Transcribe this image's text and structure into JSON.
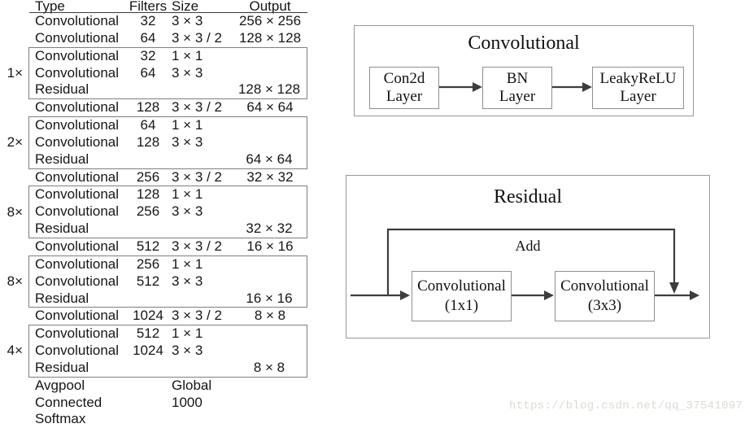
{
  "table": {
    "headers": {
      "type": "Type",
      "filters": "Filters",
      "size": "Size",
      "output": "Output"
    },
    "blocks": [
      {
        "kind": "row",
        "cells": {
          "type": "Convolutional",
          "filters": "32",
          "size": "3 × 3",
          "output": "256 × 256"
        }
      },
      {
        "kind": "row",
        "cells": {
          "type": "Convolutional",
          "filters": "64",
          "size": "3 × 3 / 2",
          "output": "128 × 128"
        }
      },
      {
        "kind": "group",
        "label": "1×",
        "rows": [
          {
            "type": "Convolutional",
            "filters": "32",
            "size": "1 × 1",
            "output": ""
          },
          {
            "type": "Convolutional",
            "filters": "64",
            "size": "3 × 3",
            "output": ""
          },
          {
            "type": "Residual",
            "filters": "",
            "size": "",
            "output": "128 × 128"
          }
        ]
      },
      {
        "kind": "row",
        "cells": {
          "type": "Convolutional",
          "filters": "128",
          "size": "3 × 3 / 2",
          "output": "64 × 64"
        }
      },
      {
        "kind": "group",
        "label": "2×",
        "rows": [
          {
            "type": "Convolutional",
            "filters": "64",
            "size": "1 × 1",
            "output": ""
          },
          {
            "type": "Convolutional",
            "filters": "128",
            "size": "3 × 3",
            "output": ""
          },
          {
            "type": "Residual",
            "filters": "",
            "size": "",
            "output": "64 × 64"
          }
        ]
      },
      {
        "kind": "row",
        "cells": {
          "type": "Convolutional",
          "filters": "256",
          "size": "3 × 3 / 2",
          "output": "32 × 32"
        }
      },
      {
        "kind": "group",
        "label": "8×",
        "rows": [
          {
            "type": "Convolutional",
            "filters": "128",
            "size": "1 × 1",
            "output": ""
          },
          {
            "type": "Convolutional",
            "filters": "256",
            "size": "3 × 3",
            "output": ""
          },
          {
            "type": "Residual",
            "filters": "",
            "size": "",
            "output": "32 × 32"
          }
        ]
      },
      {
        "kind": "row",
        "cells": {
          "type": "Convolutional",
          "filters": "512",
          "size": "3 × 3 / 2",
          "output": "16 × 16"
        }
      },
      {
        "kind": "group",
        "label": "8×",
        "rows": [
          {
            "type": "Convolutional",
            "filters": "256",
            "size": "1 × 1",
            "output": ""
          },
          {
            "type": "Convolutional",
            "filters": "512",
            "size": "3 × 3",
            "output": ""
          },
          {
            "type": "Residual",
            "filters": "",
            "size": "",
            "output": "16 × 16"
          }
        ]
      },
      {
        "kind": "row",
        "cells": {
          "type": "Convolutional",
          "filters": "1024",
          "size": "3 × 3 / 2",
          "output": "8 × 8"
        }
      },
      {
        "kind": "group",
        "label": "4×",
        "rows": [
          {
            "type": "Convolutional",
            "filters": "512",
            "size": "1 × 1",
            "output": ""
          },
          {
            "type": "Convolutional",
            "filters": "1024",
            "size": "3 × 3",
            "output": ""
          },
          {
            "type": "Residual",
            "filters": "",
            "size": "",
            "output": "8 × 8"
          }
        ]
      },
      {
        "kind": "row",
        "cells": {
          "type": "Avgpool",
          "filters": "",
          "size": "Global",
          "output": ""
        }
      },
      {
        "kind": "row",
        "cells": {
          "type": "Connected",
          "filters": "",
          "size": "1000",
          "output": ""
        }
      },
      {
        "kind": "row",
        "cells": {
          "type": "Softmax",
          "filters": "",
          "size": "",
          "output": ""
        }
      }
    ]
  },
  "conv_diagram": {
    "title": "Convolutional",
    "boxes": [
      {
        "lines": [
          "Con2d",
          "Layer"
        ]
      },
      {
        "lines": [
          "BN",
          "Layer"
        ]
      },
      {
        "lines": [
          "LeakyReLU",
          "Layer"
        ]
      }
    ]
  },
  "residual_diagram": {
    "title": "Residual",
    "add_label": "Add",
    "boxes": [
      {
        "lines": [
          "Convolutional",
          "(1x1)"
        ]
      },
      {
        "lines": [
          "Convolutional",
          "(3x3)"
        ]
      }
    ]
  },
  "watermark": "https://blog.csdn.net/qq_37541097",
  "colors": {
    "text": "#161616",
    "box_border": "#8f8f8f",
    "arrow": "#3d3d3d",
    "watermark": "#dcdad5"
  }
}
